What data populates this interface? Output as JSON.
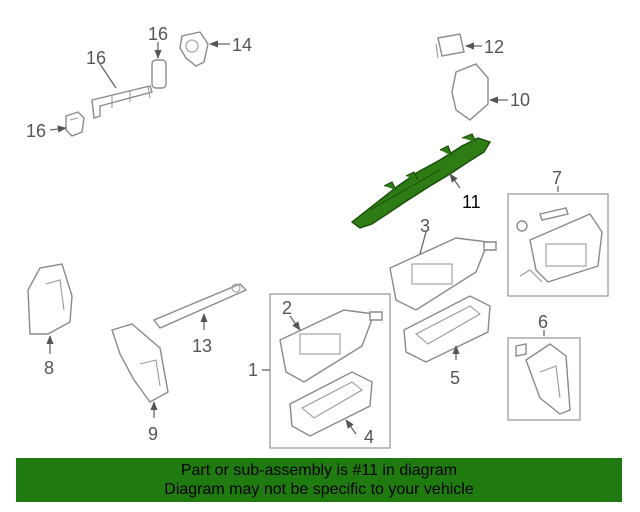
{
  "diagram": {
    "highlight_color": "#2e7d14",
    "callouts": [
      "1",
      "2",
      "3",
      "4",
      "5",
      "6",
      "7",
      "8",
      "9",
      "10",
      "11",
      "12",
      "13",
      "14",
      "16",
      "16"
    ],
    "highlighted_part": "11"
  },
  "banner": {
    "line1": "Part or sub-assembly is #11 in diagram",
    "line2": "Diagram may not be specific to your vehicle",
    "background": "#1f7a0f"
  }
}
